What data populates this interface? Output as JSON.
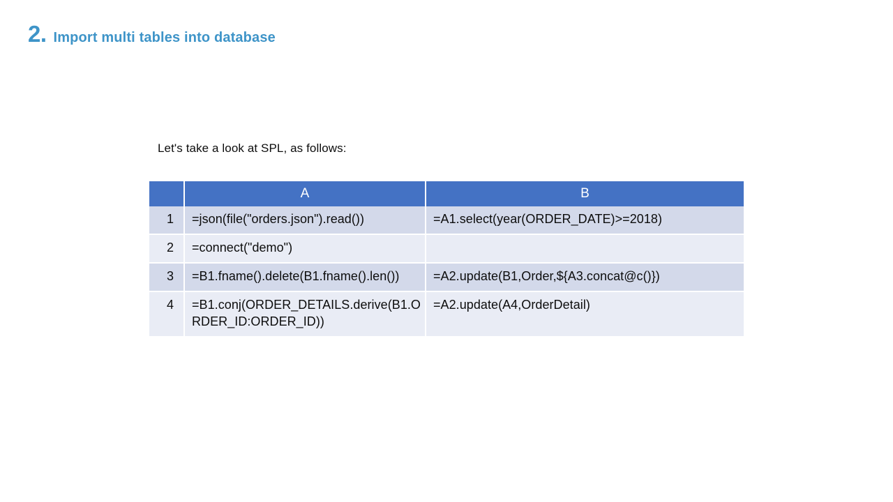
{
  "slide": {
    "number": "2.",
    "title": "Import multi tables into database",
    "accent_color": "#3E94C8"
  },
  "intro": {
    "text": "Let's take a look at SPL, as follows:"
  },
  "spl_table": {
    "header_color": "#4472C4",
    "row_odd_color": "#D3D9EA",
    "row_even_color": "#E9ECF5",
    "corner_label": "",
    "columns": [
      "A",
      "B"
    ],
    "rows": [
      {
        "index": "1",
        "a": "=json(file(\"orders.json\").read())",
        "b": "=A1.select(year(ORDER_DATE)>=2018)"
      },
      {
        "index": "2",
        "a": "=connect(\"demo\")",
        "b": ""
      },
      {
        "index": "3",
        "a": "=B1.fname().delete(B1.fname().len())",
        "b": "=A2.update(B1,Order,${A3.concat@c()})"
      },
      {
        "index": "4",
        "a": "=B1.conj(ORDER_DETAILS.derive(B1.ORDER_ID:ORDER_ID))",
        "b": "=A2.update(A4,OrderDetail)"
      }
    ]
  }
}
